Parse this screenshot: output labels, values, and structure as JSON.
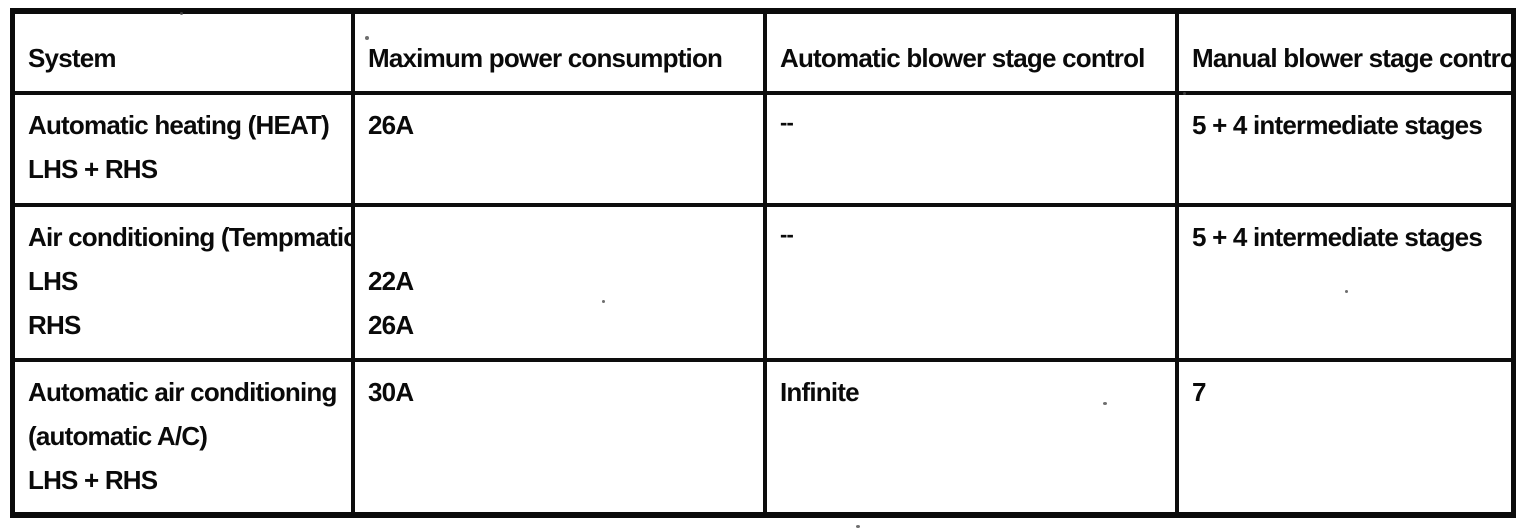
{
  "table": {
    "headers": [
      "System",
      "Maximum power consumption",
      "Automatic blower stage control",
      "Manual blower stage control"
    ],
    "rows": [
      {
        "system": [
          "Automatic heating (HEAT)",
          "LHS + RHS"
        ],
        "max_power": [
          "26A"
        ],
        "auto_blower": [
          "--"
        ],
        "manual_blower": [
          "5 + 4 intermediate stages"
        ]
      },
      {
        "system": [
          "Air conditioning (Tempmatic)",
          "LHS",
          "RHS"
        ],
        "max_power": [
          "",
          "22A",
          "26A"
        ],
        "auto_blower": [
          "--"
        ],
        "manual_blower": [
          "5 + 4 intermediate stages"
        ]
      },
      {
        "system": [
          "Automatic air conditioning",
          "(automatic A/C)",
          "LHS + RHS"
        ],
        "max_power": [
          "30A"
        ],
        "auto_blower": [
          "Infinite"
        ],
        "manual_blower": [
          "7"
        ]
      }
    ],
    "ink_color": "#0a0a0a",
    "paper_color": "#ffffff"
  }
}
